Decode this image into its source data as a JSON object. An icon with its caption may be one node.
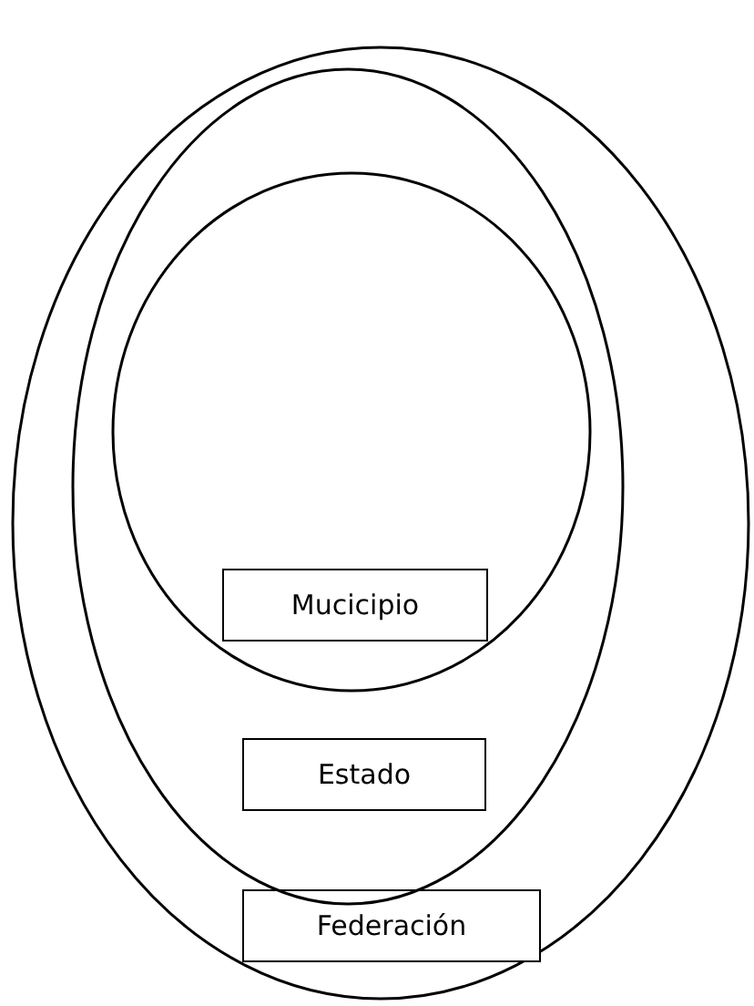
{
  "diagram": {
    "nodes": [
      {
        "text": [],
        "shape": "circle"
      },
      {
        "text": [
          "Federación"
        ],
        "in": 0
      },
      {
        "text": [],
        "shape": "circle",
        "in": 0
      },
      {
        "text": [
          "Estado"
        ],
        "in": 2
      },
      {
        "text": [],
        "shape": "circle",
        "in": 2
      },
      {
        "text": [
          "Mucicipio"
        ],
        "in": 4
      }
    ]
  }
}
